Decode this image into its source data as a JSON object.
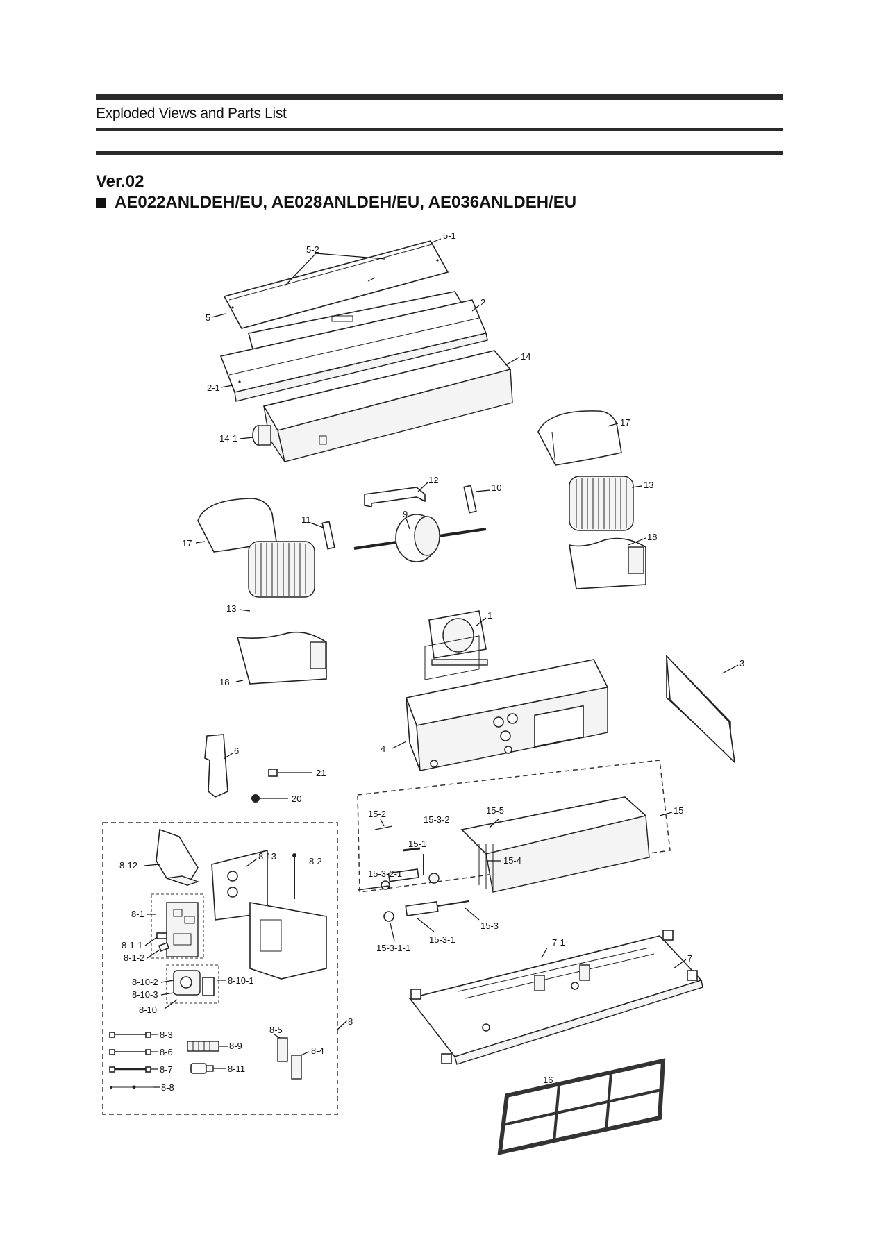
{
  "header": {
    "section_title": "Exploded Views and Parts List"
  },
  "version": "Ver.02",
  "models": "AE022ANLDEH/EU, AE028ANLDEH/EU, AE036ANLDEH/EU",
  "callouts": {
    "c5_2": "5-2",
    "c5_1": "5-1",
    "c5": "5",
    "c2": "2",
    "c2_1": "2-1",
    "c14": "14",
    "c14_1": "14-1",
    "c17a": "17",
    "c17b": "17",
    "c12": "12",
    "c10": "10",
    "c13a": "13",
    "c13b": "13",
    "c11": "11",
    "c9": "9",
    "c18a": "18",
    "c18b": "18",
    "c1": "1",
    "c3": "3",
    "c4": "4",
    "c6": "6",
    "c21": "21",
    "c20": "20",
    "c15": "15",
    "c15_2": "15-2",
    "c15_3_2": "15-3-2",
    "c15_5": "15-5",
    "c15_1": "15-1",
    "c15_4": "15-4",
    "c15_3_2_1": "15-3-2-1",
    "c15_3": "15-3",
    "c15_3_1": "15-3-1",
    "c15_3_1_1": "15-3-1-1",
    "c8_12": "8-12",
    "c8_13": "8-13",
    "c8_2": "8-2",
    "c8_1": "8-1",
    "c8_1_1": "8-1-1",
    "c8_1_2": "8-1-2",
    "c8_10_2": "8-10-2",
    "c8_10_1": "8-10-1",
    "c8_10_3": "8-10-3",
    "c8_10": "8-10",
    "c8": "8",
    "c8_3": "8-3",
    "c8_9": "8-9",
    "c8_5": "8-5",
    "c8_4": "8-4",
    "c8_6": "8-6",
    "c8_7": "8-7",
    "c8_11": "8-11",
    "c8_8": "8-8",
    "c7_1": "7-1",
    "c7": "7",
    "c16": "16"
  }
}
